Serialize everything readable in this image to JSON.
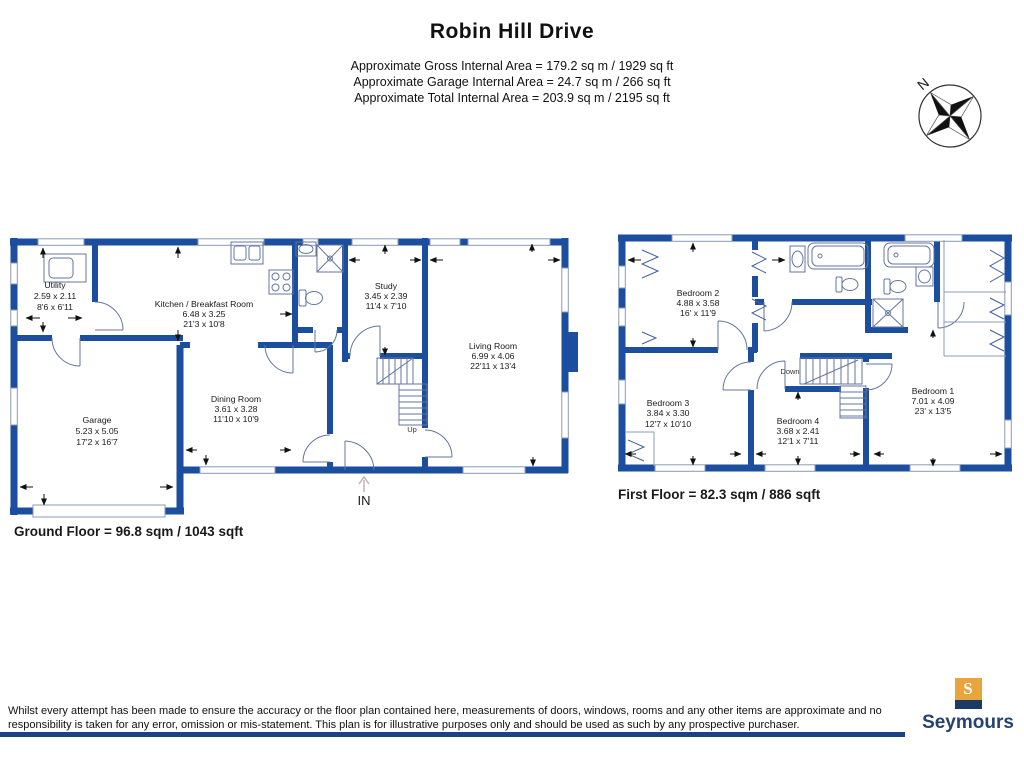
{
  "header": {
    "title": "Robin Hill Drive",
    "gross_area": "Approximate Gross Internal Area = 179.2 sq m / 1929 sq ft",
    "garage_area": "Approximate Garage Internal Area = 24.7 sq m / 266 sq ft",
    "total_area": "Approximate Total Internal Area = 203.9 sq m / 2195 sq ft"
  },
  "compass": {
    "label": "N"
  },
  "ground_floor": {
    "caption": "Ground Floor = 96.8 sqm / 1043 sqft",
    "entrance_label": "IN",
    "stairs_label": "Up",
    "rooms": {
      "utility": {
        "name": "Utility",
        "metric": "2.59 x 2.11",
        "imperial": "8'6 x 6'11"
      },
      "kitchen": {
        "name": "Kitchen / Breakfast Room",
        "metric": "6.48 x 3.25",
        "imperial": "21'3 x 10'8"
      },
      "study": {
        "name": "Study",
        "metric": "3.45 x 2.39",
        "imperial": "11'4 x 7'10"
      },
      "living": {
        "name": "Living Room",
        "metric": "6.99 x 4.06",
        "imperial": "22'11 x 13'4"
      },
      "dining": {
        "name": "Dining Room",
        "metric": "3.61 x 3.28",
        "imperial": "11'10 x 10'9"
      },
      "garage": {
        "name": "Garage",
        "metric": "5.23 x 5.05",
        "imperial": "17'2 x 16'7"
      }
    }
  },
  "first_floor": {
    "caption": "First Floor = 82.3 sqm / 886 sqft",
    "stairs_label": "Down",
    "rooms": {
      "bedroom1": {
        "name": "Bedroom 1",
        "metric": "7.01 x 4.09",
        "imperial": "23' x 13'5"
      },
      "bedroom2": {
        "name": "Bedroom 2",
        "metric": "4.88 x 3.58",
        "imperial": "16' x 11'9"
      },
      "bedroom3": {
        "name": "Bedroom 3",
        "metric": "3.84 x 3.30",
        "imperial": "12'7 x 10'10"
      },
      "bedroom4": {
        "name": "Bedroom 4",
        "metric": "3.68 x 2.41",
        "imperial": "12'1 x 7'11"
      }
    }
  },
  "footer": {
    "disclaimer": "Whilst every attempt has been made to ensure the accuracy or the floor plan contained here, measurements of doors, windows, rooms and any other items are approximate and no responsibility is taken for any error, omission or mis-statement. This plan is for illustrative purposes only and should be used as such by any prospective purchaser.",
    "brand": "Seymours",
    "logo_letter": "S"
  },
  "colors": {
    "wall_blue": "#1b4e9e",
    "fixture_line": "#63759d",
    "brand_gold": "#e9a43b",
    "brand_navy": "#1b3a66",
    "footer_bar": "#1d4185"
  }
}
